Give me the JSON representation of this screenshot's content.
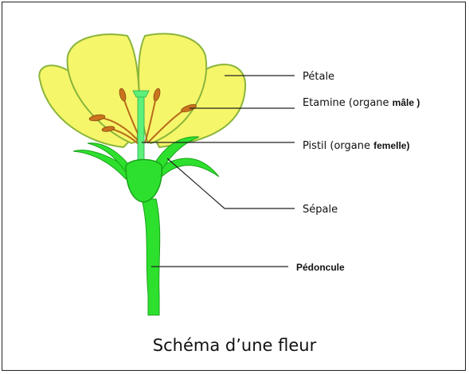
{
  "labels": {
    "petale": "Pétale",
    "etamine_prefix": "Etamine (organe ",
    "etamine_bold": "mâle )",
    "pistil_prefix": "Pistil (organe ",
    "pistil_bold": "femelle)",
    "sepale": "Sépale",
    "pedoncule": "Pédoncule"
  },
  "caption": "Schéma d’une fleur",
  "colors": {
    "petal_fill": "#f6f66a",
    "petal_stroke": "#8ab53a",
    "green": "#2ee02e",
    "green_dark": "#17a317",
    "stamen": "#c9741e",
    "pistil": "#5cf07a"
  }
}
